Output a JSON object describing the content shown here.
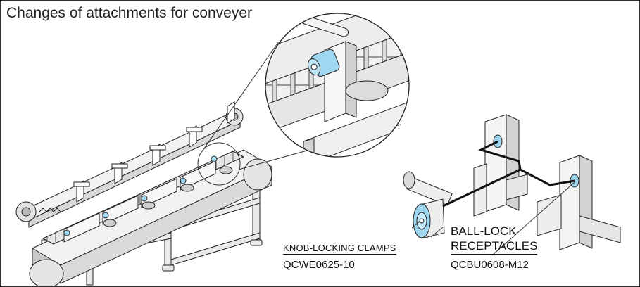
{
  "title": "Changes of attachments for conveyer",
  "labels": {
    "knob_locking_clamps": "KNOB-LOCKING CLAMPS",
    "clamp_part_number": "QCWE0625-10",
    "ball_lock_line1": "BALL-LOCK",
    "ball_lock_line2": "RECEPTACLES",
    "receptacle_part_number": "QCBU0608-M12"
  },
  "colors": {
    "line": "#222222",
    "metal_light": "#ececec",
    "metal_mid": "#cfcfcf",
    "metal_dark": "#a9a9a9",
    "accent_blue": "#9fd6f0"
  },
  "icons": [
    "knob-locking-clamp-icon",
    "ball-lock-receptacle-icon"
  ]
}
